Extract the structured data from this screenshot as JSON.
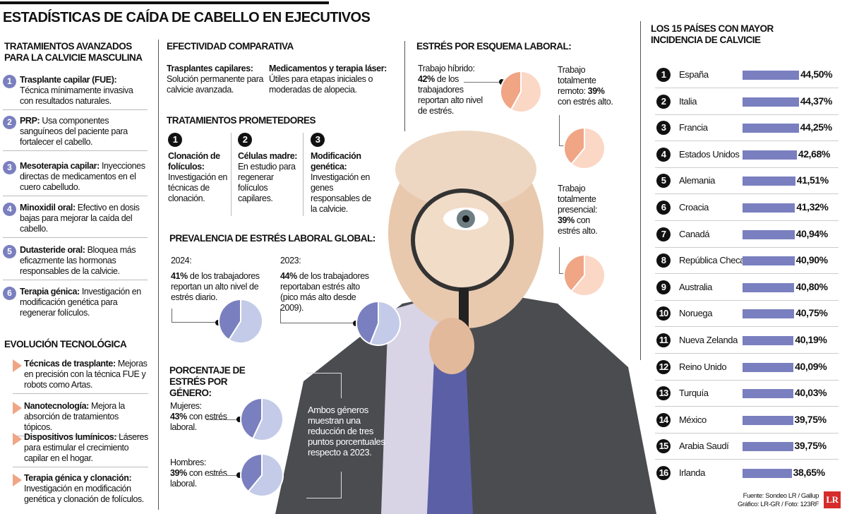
{
  "title": "ESTADÍSTICAS DE CAÍDA DE CABELLO EN EJECUTIVOS",
  "treatments": {
    "heading": "TRATAMIENTOS AVANZADOS PARA LA CALVICIE MASCULINA",
    "items": [
      {
        "n": "1",
        "bold": "Trasplante capilar (FUE):",
        "text": " Técnica mínimamente invasiva con resultados naturales."
      },
      {
        "n": "2",
        "bold": "PRP:",
        "text": " Usa componentes sanguíneos del paciente para fortalecer el cabello."
      },
      {
        "n": "3",
        "bold": "Mesoterapia capilar:",
        "text": " Inyecciones directas de medicamentos en el cuero cabelludo."
      },
      {
        "n": "4",
        "bold": "Minoxidil oral:",
        "text": " Efectivo en dosis bajas para mejorar la caída del cabello."
      },
      {
        "n": "5",
        "bold": "Dutasteride oral:",
        "text": " Bloquea más eficazmente las hormonas responsables de la calvicie."
      },
      {
        "n": "6",
        "bold": "Terapia génica:",
        "text": " Investigación en modificación genética para regenerar folículos."
      }
    ]
  },
  "evolution": {
    "heading": "EVOLUCIÓN TECNOLÓGICA",
    "items": [
      {
        "bold": "Técnicas de trasplante:",
        "text": " Mejoras en precisión con la técnica FUE y robots como Artas."
      },
      {
        "bold": "Nanotecnología:",
        "text": " Mejora la absorción de tratamientos tópicos."
      },
      {
        "bold": "Dispositivos lumínicos:",
        "text": " Láseres para estimular el crecimiento capilar en el hogar."
      },
      {
        "bold": "Terapia génica y clonación:",
        "text": " Investigación en modificación genética y clonación de folículos."
      }
    ]
  },
  "effectiveness": {
    "heading": "EFECTIVIDAD COMPARATIVA",
    "items": [
      {
        "bold": "Trasplantes capilares:",
        "text": "Solución permanente para calvicie avanzada."
      },
      {
        "bold": "Medicamentos y terapia láser:",
        "text": "Útiles para etapas iniciales o moderadas de alopecia."
      }
    ]
  },
  "promising": {
    "heading": "TRATAMIENTOS PROMETEDORES",
    "items": [
      {
        "n": "1",
        "bold": "Clonación de folículos:",
        "text": "Investigación en técnicas de clonación."
      },
      {
        "n": "2",
        "bold": "Células madre:",
        "text": "En estudio para regenerar folículos capilares."
      },
      {
        "n": "3",
        "bold": "Modificación genética:",
        "text": "Investigación en genes responsables de la calvicie."
      }
    ]
  },
  "global": {
    "heading": "PREVALENCIA DE ESTRÉS LABORAL GLOBAL:",
    "y2024": {
      "year": "2024:",
      "pct": "41%",
      "text": " de los trabajadores reportan un alto nivel de estrés diario."
    },
    "y2023": {
      "year": "2023:",
      "pct": "44%",
      "text": " de los trabajadores reportaban estrés alto (pico más alto desde 2009)."
    }
  },
  "gender": {
    "heading": "PORCENTAJE DE ESTRÉS POR GÉNERO:",
    "women": {
      "label": "Mujeres:",
      "pct": "43%",
      "text": " con estrés laboral."
    },
    "men": {
      "label": "Hombres:",
      "pct": "39%",
      "text": " con estrés laboral."
    },
    "note": "Ambos géneros muestran una reducción de tres puntos porcentuales respecto a 2023."
  },
  "scheme": {
    "heading": "ESTRÉS POR ESQUEMA LABORAL:",
    "hybrid": {
      "pre": "Trabajo híbrido: ",
      "pct": "42%",
      "text": " de los trabajadores reportan alto nivel de estrés."
    },
    "remote": {
      "pre": "Trabajo totalmente remoto: ",
      "pct": "39%",
      "text": " con estrés alto."
    },
    "onsite": {
      "pre": "Trabajo totalmente presencial: ",
      "pct": "39%",
      "text": " con estrés alto."
    }
  },
  "ranking": {
    "heading": "LOS 15 PAÍSES CON MAYOR INCIDENCIA DE CALVICIE"
  },
  "source": "Fuente: Sondeo LR / Gallup",
  "credits": "Gráfico: LR-GR / Foto: 123RF",
  "logo": "LR",
  "colors": {
    "purple": "#7a7fbf",
    "purple_light": "#c3cbe8",
    "orange": "#f0a585",
    "orange_light": "#fbd7c6",
    "logo_red": "#d62b2b"
  },
  "chart_data": [
    {
      "type": "bar",
      "orientation": "horizontal",
      "title": "LOS 15 PAÍSES CON MAYOR INCIDENCIA DE CALVICIE",
      "ranks": [
        "1",
        "2",
        "3",
        "4",
        "5",
        "6",
        "7",
        "8",
        "9",
        "10",
        "11",
        "12",
        "13",
        "14",
        "15",
        "16"
      ],
      "categories": [
        "España",
        "Italia",
        "Francia",
        "Estados Unidos",
        "Alemania",
        "Croacia",
        "Canadá",
        "República Checa",
        "Australia",
        "Noruega",
        "Nueva Zelanda",
        "Reino Unido",
        "Turquía",
        "México",
        "Arabia Saudí",
        "Irlanda"
      ],
      "values": [
        44.5,
        44.37,
        44.25,
        42.68,
        41.51,
        41.32,
        40.94,
        40.9,
        40.8,
        40.75,
        40.19,
        40.09,
        40.03,
        39.75,
        39.75,
        38.65
      ],
      "labels": [
        "44,50%",
        "44,37%",
        "44,25%",
        "42,68%",
        "41,51%",
        "41,32%",
        "40,94%",
        "40,90%",
        "40,80%",
        "40,75%",
        "40,19%",
        "40,09%",
        "40,03%",
        "39,75%",
        "39,75%",
        "38,65%"
      ]
    },
    {
      "type": "pie",
      "id": "pie2024",
      "values": [
        41,
        59
      ],
      "palette": "purple"
    },
    {
      "type": "pie",
      "id": "pie2023",
      "values": [
        44,
        56
      ],
      "palette": "purple"
    },
    {
      "type": "pie",
      "id": "pieWomen",
      "values": [
        43,
        57
      ],
      "palette": "purple"
    },
    {
      "type": "pie",
      "id": "pieMen",
      "values": [
        39,
        61
      ],
      "palette": "purple"
    },
    {
      "type": "pie",
      "id": "pieHybrid",
      "values": [
        42,
        58
      ],
      "palette": "orange"
    },
    {
      "type": "pie",
      "id": "pieRemote",
      "values": [
        39,
        61
      ],
      "palette": "orange"
    },
    {
      "type": "pie",
      "id": "pieOnsite",
      "values": [
        39,
        61
      ],
      "palette": "orange"
    }
  ]
}
